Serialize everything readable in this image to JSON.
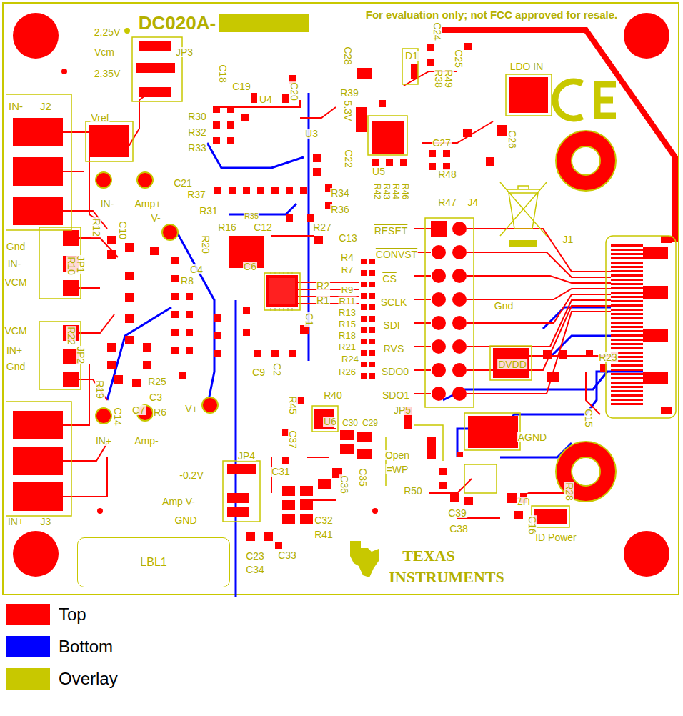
{
  "diagram": {
    "nodes": [
      {
        "text": [
          "LBL1"
        ]
      }
    ],
    "labels": [
      "DC020A-",
      "For evaluation only; not FCC approved for resale.",
      "2.25V",
      "Vcm",
      "JP3",
      "2.35V",
      "IN-",
      "J2",
      "Vref",
      "C18",
      "C19",
      "U4",
      "C20",
      "U3",
      "R30",
      "R32",
      "R33",
      "5.3V",
      "C22",
      "R39",
      "C28",
      "D1",
      "C24",
      "C25",
      "R38",
      "R49",
      "LDO IN",
      "C27",
      "C26",
      "U5",
      "R48",
      "R47",
      "R42",
      "R43",
      "R44",
      "R46",
      "J4",
      "R34",
      "R36",
      "C21",
      "R37",
      "R31",
      "R35",
      "IN-",
      "Amp+",
      "V-",
      "R16",
      "C12",
      "R27",
      "C13",
      "R12",
      "C10",
      "R10",
      "R20",
      "C4",
      "C6",
      "R4",
      "R2",
      "R1",
      "RESET",
      "CONVST",
      "CS",
      "SCLK",
      "SDI",
      "RVS",
      "SDO0",
      "SDO1",
      "R7",
      "R9",
      "R11",
      "R13",
      "R15",
      "R18",
      "R21",
      "R24",
      "R26",
      "J1",
      "Gnd",
      "DVDD",
      "R23",
      "C15",
      "AGND",
      "R28",
      "U7",
      "C16",
      "ID Power",
      "R50",
      "C39",
      "C38",
      "Open",
      "=WP",
      "JP5",
      "Gnd",
      "IN-",
      "JP1",
      "VCM",
      "VCM",
      "IN+",
      "JP2",
      "Gnd",
      "R8",
      "R22",
      "R19",
      "C14",
      "R25",
      "C7",
      "C3",
      "R6",
      "IN+",
      "Amp-",
      "V+",
      "IN+",
      "J3",
      "R40",
      "R45",
      "U6",
      "C30",
      "C29",
      "C37",
      "C31",
      "C36",
      "C35",
      "C32",
      "R41",
      "C33",
      "C23",
      "C34",
      "JP4",
      "-0.2V",
      "Amp V-",
      "GND",
      "TEXAS",
      "INSTRUMENTS",
      "C1",
      "C2",
      "C9"
    ],
    "legend": [
      {
        "text": "Top",
        "color": "#ff0000"
      },
      {
        "text": "Bottom",
        "color": "#0000ff"
      },
      {
        "text": "Overlay",
        "color": "#c8c800"
      }
    ]
  }
}
